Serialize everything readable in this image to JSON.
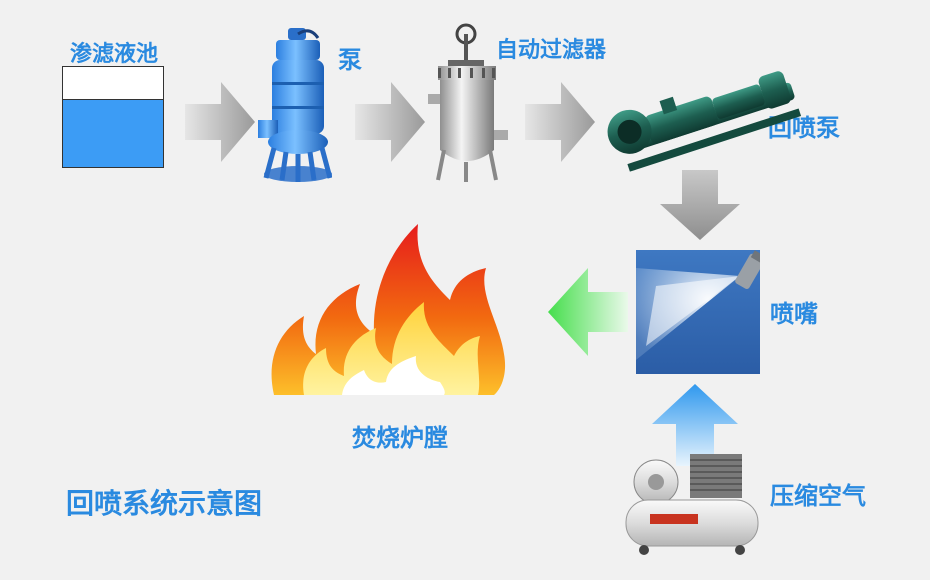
{
  "labels": {
    "tank": "渗滤液池",
    "pump": "泵",
    "filter": "自动过滤器",
    "return_pump": "回喷泵",
    "nozzle": "喷嘴",
    "furnace": "焚烧炉膛",
    "air": "压缩空气",
    "title": "回喷系统示意图"
  },
  "icons": {
    "arrow_gray": "gray-arrow",
    "arrow_green": "green-arrow",
    "arrow_blue": "blue-arrow",
    "flame": "flame-icon",
    "pump": "submersible-pump-icon",
    "filter": "filter-vessel-icon",
    "return_pump": "screw-pump-icon",
    "nozzle": "spray-nozzle-icon",
    "compressor": "air-compressor-icon"
  },
  "colors": {
    "label": "#2a8ae0",
    "tank_liquid": "#3c9cf5",
    "arrow_gray": "#a6a6a6",
    "arrow_green": "#56e05a",
    "arrow_blue": "#3aa0f0"
  }
}
